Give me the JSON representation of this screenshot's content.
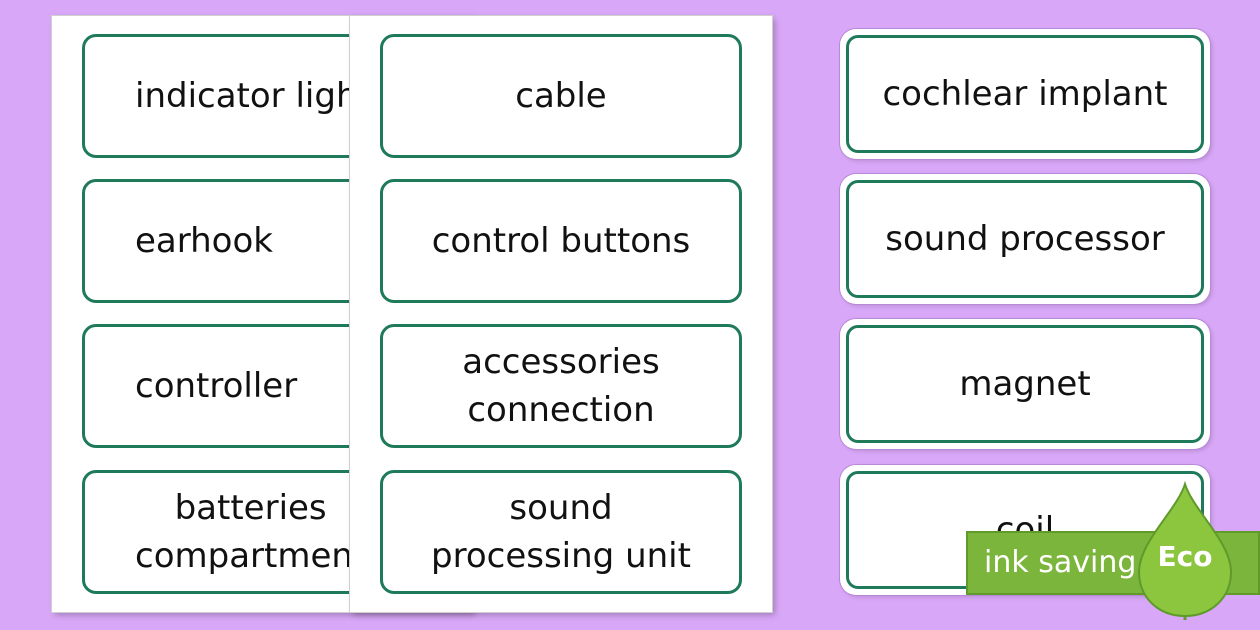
{
  "colors": {
    "background": "#d8a7f7",
    "card_border": "#1f7a5a",
    "eco_green": "#7cb53c"
  },
  "back_sheet_cards": [
    "indicator light",
    "earhook",
    "controller",
    "batteries\ncompartment"
  ],
  "front_sheet_cards": [
    "cable",
    "control buttons",
    "accessories\nconnection",
    "sound\nprocessing unit"
  ],
  "side_cards": [
    "cochlear implant",
    "sound processor",
    "magnet",
    "coil"
  ],
  "eco_badge": {
    "label": "ink saving",
    "drop_text": "Eco",
    "icon": "leaf-drop-icon"
  }
}
